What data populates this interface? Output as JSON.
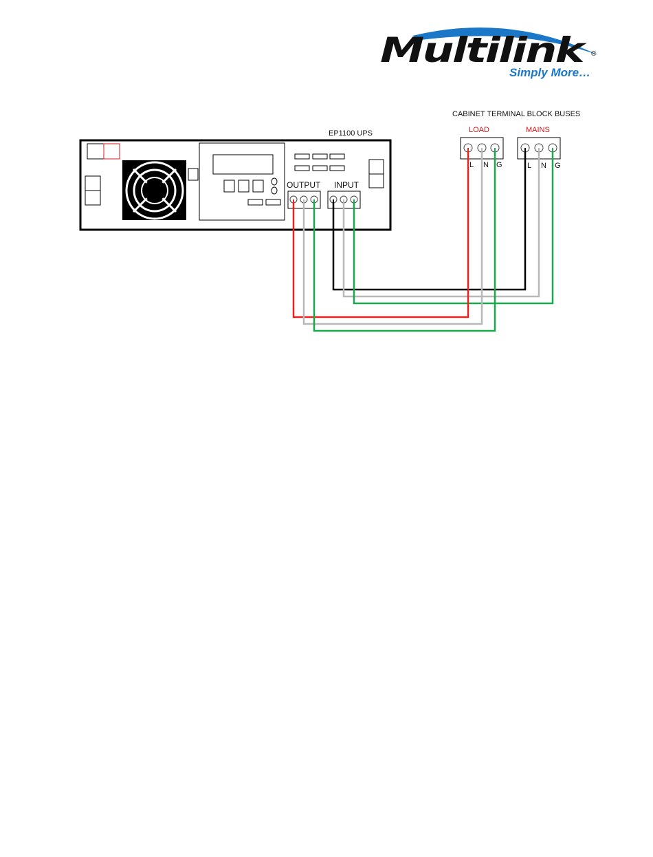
{
  "logo": {
    "wordmark": "Multilink",
    "registered": "®",
    "tagline": "Simply More…"
  },
  "diagram": {
    "ups_label": "EP1100 UPS",
    "cabinet_title": "CABINET TERMINAL BLOCK BUSES",
    "output_label": "OUTPUT",
    "input_label": "INPUT",
    "load_label": "LOAD",
    "mains_label": "MAINS",
    "terminal_letters": {
      "line": "L",
      "neutral": "N",
      "ground": "G"
    }
  },
  "colors": {
    "line_load": "#e8231f",
    "line_mains": "#000000",
    "neutral": "#b8b8b8",
    "ground": "#1aa84f",
    "bus_label": "#d8141a",
    "logo_blue": "#1b78c9"
  }
}
